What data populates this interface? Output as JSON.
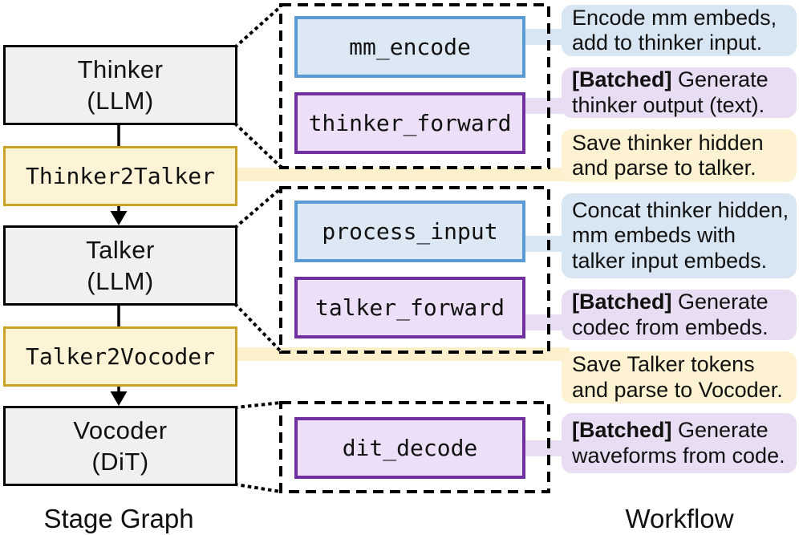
{
  "stage_graph": {
    "label": "Stage Graph",
    "nodes": [
      {
        "name": "Thinker",
        "sub": "(LLM)"
      },
      {
        "code": "Thinker2Talker"
      },
      {
        "name": "Talker",
        "sub": "(LLM)"
      },
      {
        "code": "Talker2Vocoder"
      },
      {
        "name": "Vocoder",
        "sub": "(DiT)"
      }
    ]
  },
  "workflow": {
    "label": "Workflow",
    "functions": [
      {
        "name": "mm_encode",
        "kind": "encode"
      },
      {
        "name": "thinker_forward",
        "kind": "forward"
      },
      {
        "name": "process_input",
        "kind": "encode"
      },
      {
        "name": "talker_forward",
        "kind": "forward"
      },
      {
        "name": "dit_decode",
        "kind": "forward"
      }
    ],
    "callouts": [
      {
        "bold": "",
        "text": "Encode mm embeds,\nadd to thinker input."
      },
      {
        "bold": "[Batched]",
        "text": " Generate\nthinker output (text)."
      },
      {
        "bold": "",
        "text": "Save thinker hidden\nand parse to talker."
      },
      {
        "bold": "",
        "text": "Concat thinker hidden,\nmm embeds with\ntalker input embeds."
      },
      {
        "bold": "[Batched]",
        "text": " Generate\ncodec from embeds."
      },
      {
        "bold": "",
        "text": "Save Talker tokens\nand parse to Vocoder."
      },
      {
        "bold": "[Batched]",
        "text": " Generate\nwaveforms from code."
      }
    ]
  },
  "colors": {
    "stage_fill": "#f0f0f0",
    "stage_border": "#000000",
    "relay_fill": "#fdf3d6",
    "relay_border": "#c9a227",
    "encode_fill": "#dce9f5",
    "encode_border": "#5b9bd5",
    "forward_fill": "#ecdff7",
    "forward_border": "#7030a0",
    "callout_blue": "#d8e6f3",
    "callout_purple": "#e9ddf4",
    "callout_yellow": "#fdf2d1",
    "band_yellow": "#fdf0cd"
  }
}
